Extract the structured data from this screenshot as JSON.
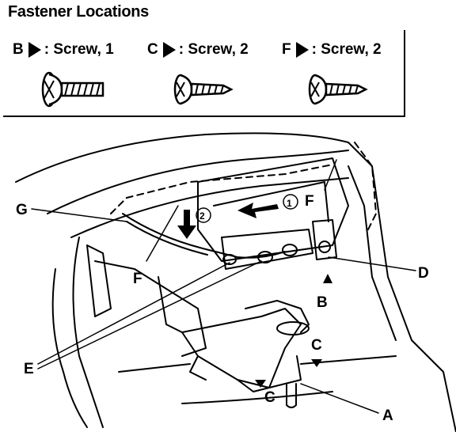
{
  "title": "Fastener Locations",
  "fasteners": [
    {
      "letter": "B",
      "desc": ": Screw, 1",
      "icon": "flange-bolt-icon"
    },
    {
      "letter": "C",
      "desc": ": Screw, 2",
      "icon": "tapping-screw-icon"
    },
    {
      "letter": "F",
      "desc": ": Screw, 2",
      "icon": "tapping-screw-icon"
    }
  ],
  "callouts": {
    "G": "G",
    "F_left": "F",
    "F_right": "F",
    "step1": "1",
    "step2": "2",
    "D": "D",
    "B": "B",
    "E": "E",
    "C_upper": "C",
    "C_lower": "C",
    "A": "A"
  }
}
